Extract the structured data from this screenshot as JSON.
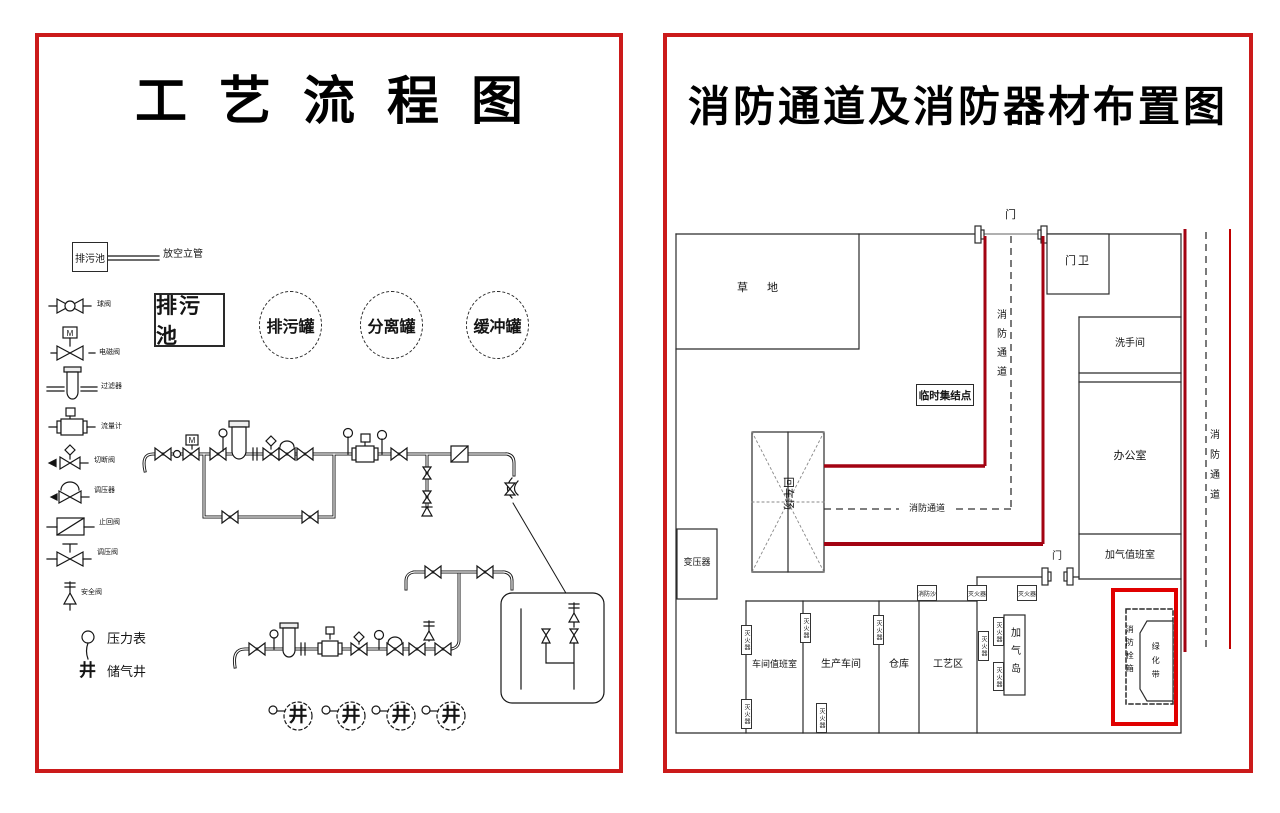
{
  "left_panel": {
    "title": "工艺流程图",
    "drain_box_label": "排污池",
    "vent_pipe_label": "放空立管",
    "drain_pool_label": "排污池",
    "tanks": [
      "排污罐",
      "分离罐",
      "缓冲罐"
    ],
    "legend": [
      {
        "label": "球阀"
      },
      {
        "label": "电磁阀"
      },
      {
        "label": "过滤器"
      },
      {
        "label": "流量计"
      },
      {
        "label": "切断阀"
      },
      {
        "label": "调压器"
      },
      {
        "label": "止回阀"
      },
      {
        "label": "调压阀"
      },
      {
        "label": "安全阀"
      },
      {
        "label": "压力表"
      },
      {
        "label": "储气井"
      }
    ],
    "solenoid_m": "M",
    "well_glyph": "井"
  },
  "right_panel": {
    "title": "消防通道及消防器材布置图",
    "grass": "草 地",
    "gate1": "门",
    "gate2": "门",
    "guard_room": "门卫",
    "fire_lane_vertical_mid": "消防通道",
    "fire_lane_horizontal": "消防通道",
    "fire_lane_vertical_right": "消防通道",
    "assembly_point": "临时集结点",
    "turnaround": "回车场",
    "transformer": "变压器",
    "washroom": "洗手间",
    "office": "办公室",
    "gas_duty_room": "加气值班室",
    "rooms_row": [
      "车间值班室",
      "生产车间",
      "仓库",
      "工艺区"
    ],
    "gas_island": "加气岛",
    "fire_sand": "消防沙",
    "extinguisher": "灭火器",
    "hydrant_box": "消防栓箱",
    "green_belt": "绿化带"
  },
  "colors": {
    "panel_border": "#cb1a1a",
    "route_red": "#a30312",
    "frame_red": "#e00000"
  }
}
